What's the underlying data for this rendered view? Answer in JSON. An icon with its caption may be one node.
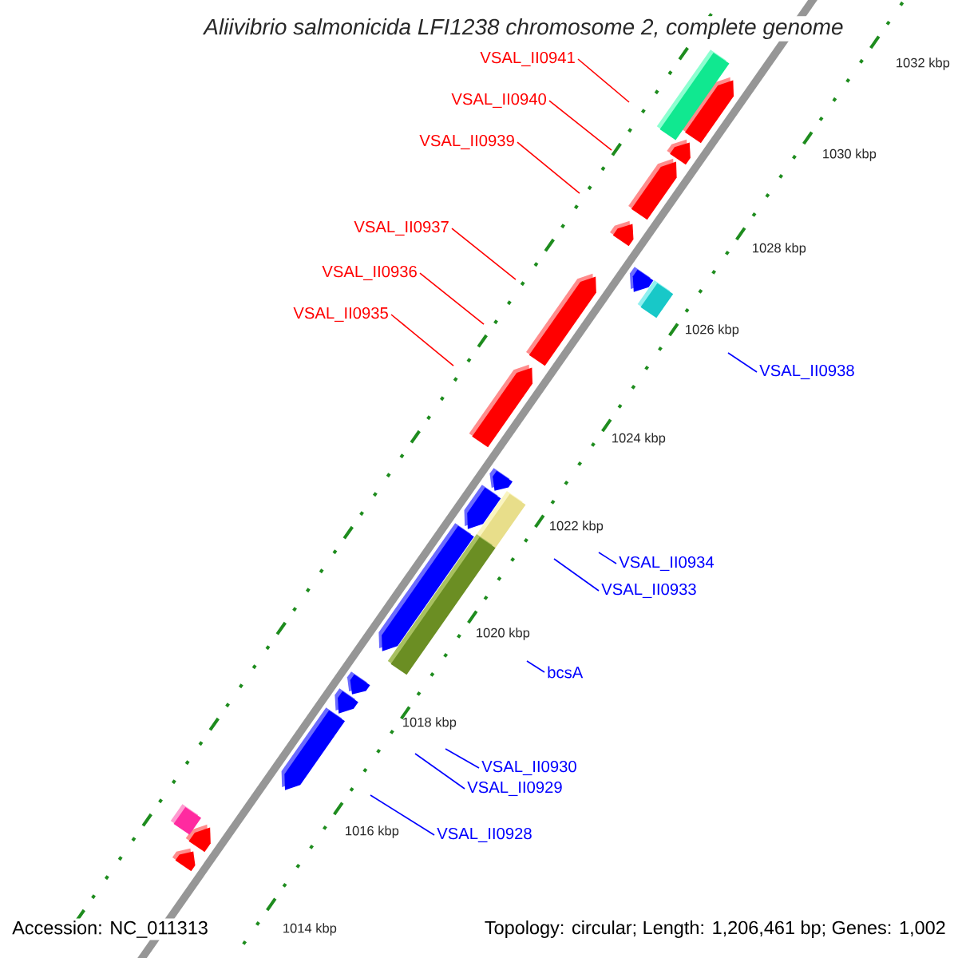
{
  "diagram": {
    "title": "Aliivibrio salmonicida LFI1238 chromosome 2, complete genome",
    "nodes": [
      {
        "text": [
          "VSAL_II0941"
        ]
      },
      {
        "text": [
          "VSAL_II0940"
        ]
      },
      {
        "text": [
          "VSAL_II0939"
        ]
      },
      {
        "text": [
          "VSAL_II0937"
        ]
      },
      {
        "text": [
          "VSAL_II0936"
        ]
      },
      {
        "text": [
          "VSAL_II0935"
        ]
      },
      {
        "text": [
          "VSAL_II0938"
        ]
      },
      {
        "text": [
          "VSAL_II0934"
        ]
      },
      {
        "text": [
          "VSAL_II0933"
        ]
      },
      {
        "text": [
          "bcsA"
        ]
      },
      {
        "text": [
          "VSAL_II0930"
        ]
      },
      {
        "text": [
          "VSAL_II0929"
        ]
      },
      {
        "text": [
          "VSAL_II0928"
        ]
      }
    ],
    "edges": [
      {
        "from": 0,
        "to": null,
        "arrow": "none",
        "color": "#ff0000"
      },
      {
        "from": 1,
        "to": null,
        "arrow": "none",
        "color": "#ff0000"
      },
      {
        "from": 2,
        "to": null,
        "arrow": "none",
        "color": "#ff0000"
      },
      {
        "from": 3,
        "to": null,
        "arrow": "none",
        "color": "#ff0000"
      },
      {
        "from": 4,
        "to": null,
        "arrow": "none",
        "color": "#ff0000"
      },
      {
        "from": 5,
        "to": null,
        "arrow": "none",
        "color": "#ff0000"
      },
      {
        "from": 6,
        "to": null,
        "arrow": "none"
      },
      {
        "from": 7,
        "to": null,
        "arrow": "none"
      },
      {
        "from": 8,
        "to": null,
        "arrow": "none"
      },
      {
        "from": 9,
        "to": null,
        "arrow": "none"
      },
      {
        "from": 10,
        "to": null,
        "arrow": "none"
      },
      {
        "from": 11,
        "to": null,
        "arrow": "none"
      },
      {
        "from": 12,
        "to": null,
        "arrow": "none"
      }
    ],
    "labels": [
      "1032 kbp",
      "1030 kbp",
      "1028 kbp",
      "1026 kbp",
      "1024 kbp",
      "1022 kbp",
      "1020 kbp",
      "1018 kbp",
      "1016 kbp",
      "1014 kbp",
      "Accession: NC_011313",
      "Topology: circular; Length: 1,206,461 bp; Genes: 1,002"
    ]
  }
}
